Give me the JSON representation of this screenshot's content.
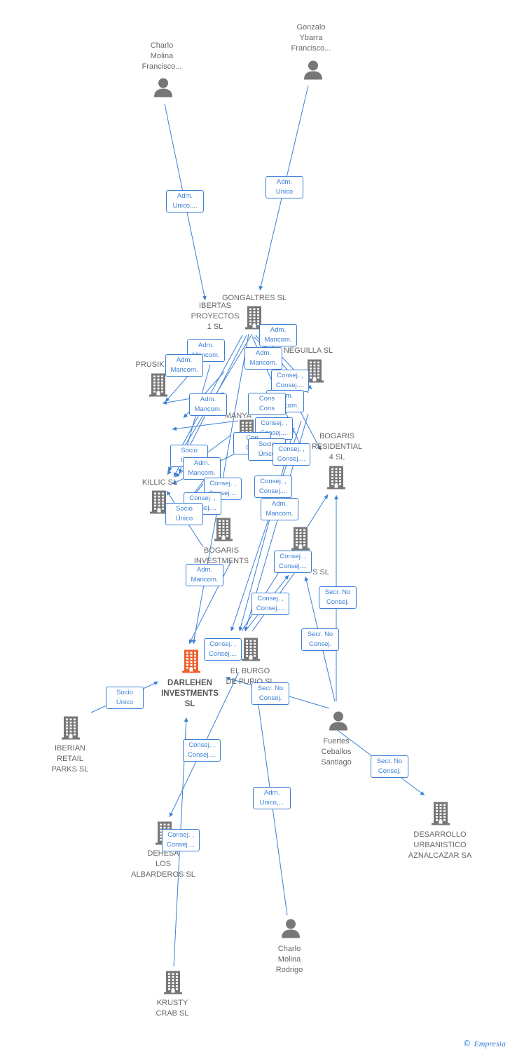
{
  "colors": {
    "edge": "#3a7fd5",
    "node": "#777777",
    "main": "#f0622e",
    "text": "#666666"
  },
  "nodes": [
    {
      "id": "charlo_fr",
      "type": "person",
      "label": "Charlo\nMolina\nFrancisco..."
    },
    {
      "id": "gonzalo",
      "type": "person",
      "label": "Gonzalo\nYbarra\nFrancisco..."
    },
    {
      "id": "gongaltres",
      "type": "company",
      "label": "GONGALTRES SL"
    },
    {
      "id": "libertas",
      "type": "company",
      "label": "IBERTAS\nPROYECTOS\n1 SL"
    },
    {
      "id": "prusik",
      "type": "company",
      "label": "PRUSIK"
    },
    {
      "id": "neguilla",
      "type": "company",
      "label": "NEGUILLA SL"
    },
    {
      "id": "manya",
      "type": "company",
      "label": "MANYA"
    },
    {
      "id": "bogaris_res",
      "type": "company",
      "label": "BOGARIS\nRESIDENTIAL\n4 SL"
    },
    {
      "id": "killic",
      "type": "company",
      "label": "KILLIC SL"
    },
    {
      "id": "bogaris_inv",
      "type": "company",
      "label": "BOGARIS\nINVESTMENTS"
    },
    {
      "id": "sl_right",
      "type": "company",
      "label": "S SL"
    },
    {
      "id": "darlehen",
      "type": "main",
      "label": "DARLEHEN\nINVESTMENTS\nSL"
    },
    {
      "id": "elburgo",
      "type": "company",
      "label": "EL BURGO\nDE PUPIO SL"
    },
    {
      "id": "iberian",
      "type": "company",
      "label": "IBERIAN\nRETAIL\nPARKS  SL"
    },
    {
      "id": "fuertes",
      "type": "person",
      "label": "Fuertes\nCeballos\nSantiago"
    },
    {
      "id": "desarrollo",
      "type": "company",
      "label": "DESARROLLO\nURBANISTICO\nAZNALCAZAR SA"
    },
    {
      "id": "dehesa",
      "type": "company",
      "label": "DEHESA\nLOS\nALBARDEROS SL"
    },
    {
      "id": "charlo_rod",
      "type": "person",
      "label": "Charlo\nMolina\nRodrigo"
    },
    {
      "id": "krusty",
      "type": "company",
      "label": "KRUSTY\nCRAB  SL"
    }
  ],
  "edge_labels": [
    "Adm.\nUnico,...",
    "Adm.\nUnico",
    "Adm.\nMancom.",
    "Adm.\nMancom.",
    "Adm.\nMancom.",
    "Adm.\nMancom.",
    "Consej. ,\nConsej....",
    "Adm.\nMancom.",
    "Adm.\nMancom.",
    "Cons\nCons",
    "Consej. ,\nConsej....",
    "Con\nCon",
    "Socio\nÚnico",
    "Socio\nÚnico",
    "Adm.\nMancom.",
    "Consej. ,\nConsej....",
    "Consej. ,\nConsej....",
    "Consej. ,\nConsej....",
    "Consej. ,\nConsej....",
    "Adm.\nMancom.",
    "Socio\nÚnico",
    "Adm.\nMancom.",
    "Consej. ,\nConsej....",
    "Consej. ,\nConsej....",
    "Secr.  No\nConsej.",
    "Consej. ,\nConsej....",
    "Secr.  No\nConsej.",
    "Socio\nÚnico",
    "Secr.  No\nConsej.",
    "Consej. ,\nConsej....",
    "Secr.  No\nConsej.",
    "Adm.\nUnico,...",
    "Consej. ,\nConsej...."
  ],
  "footer": {
    "copyright": "©",
    "brand": "Empresia"
  }
}
